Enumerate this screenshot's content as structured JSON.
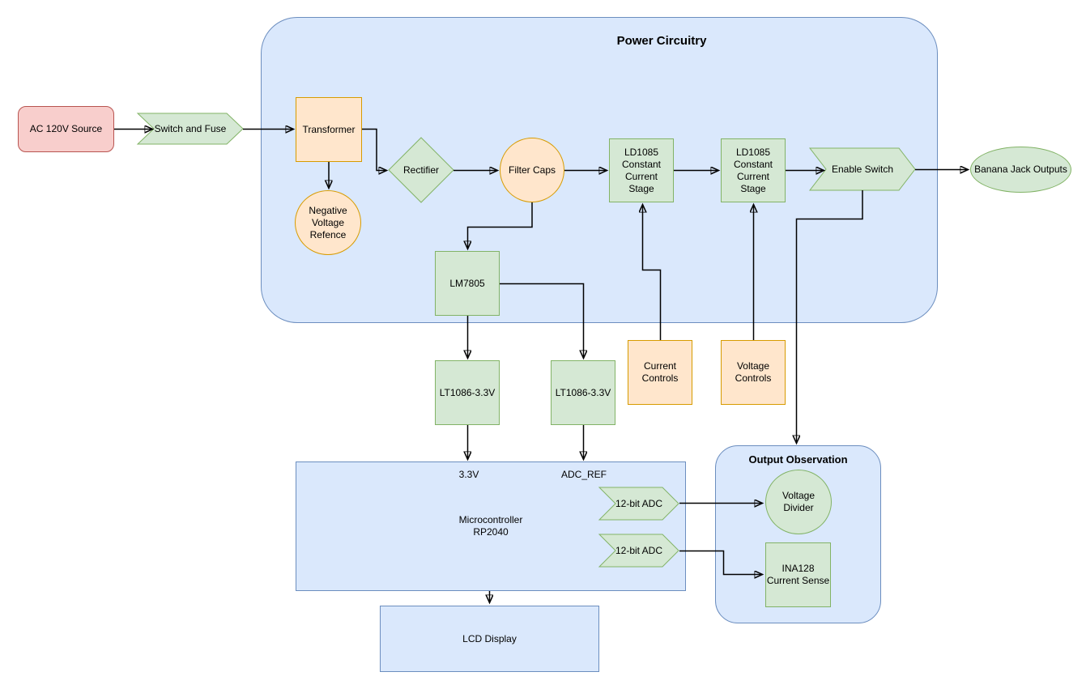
{
  "palette": {
    "container_fill": "#dae8fc",
    "container_stroke": "#6c8ebf",
    "green_fill": "#d5e8d4",
    "green_stroke": "#82b366",
    "orange_fill": "#ffe6cc",
    "orange_stroke": "#d79b00",
    "red_fill": "#f8cecc",
    "red_stroke": "#b85450",
    "connector": "#000000"
  },
  "containers": {
    "power_circuitry": {
      "title": "Power Circuitry"
    },
    "output_observation": {
      "title": "Output Observation"
    }
  },
  "nodes": {
    "ac_source": {
      "label": "AC 120V Source"
    },
    "switch_fuse": {
      "label": "Switch and Fuse"
    },
    "transformer": {
      "label": "Transformer"
    },
    "negative_voltage_reference": {
      "label": "Negative\nVoltage\nRefence"
    },
    "rectifier": {
      "label": "Rectifier"
    },
    "filter_caps": {
      "label": "Filter Caps"
    },
    "ld1085_stage_1": {
      "label": "LD1085\nConstant\nCurrent\nStage"
    },
    "ld1085_stage_2": {
      "label": "LD1085\nConstant\nCurrent\nStage"
    },
    "enable_switch": {
      "label": "Enable Switch"
    },
    "banana_jack_outputs": {
      "label": "Banana Jack Outputs"
    },
    "lm7805": {
      "label": "LM7805"
    },
    "lt1086_1": {
      "label": "LT1086-3.3V"
    },
    "lt1086_2": {
      "label": "LT1086-3.3V"
    },
    "current_controls": {
      "label": "Current\nControls"
    },
    "voltage_controls": {
      "label": "Voltage\nControls"
    },
    "microcontroller": {
      "label": "Microcontroller\nRP2040",
      "pin_left": "3.3V",
      "pin_right": "ADC_REF"
    },
    "adc_1": {
      "label": "12-bit ADC"
    },
    "adc_2": {
      "label": "12-bit ADC"
    },
    "voltage_divider": {
      "label": "Voltage\nDivider"
    },
    "ina128": {
      "label": "INA128\nCurrent Sense"
    },
    "lcd_display": {
      "label": "LCD Display"
    }
  }
}
